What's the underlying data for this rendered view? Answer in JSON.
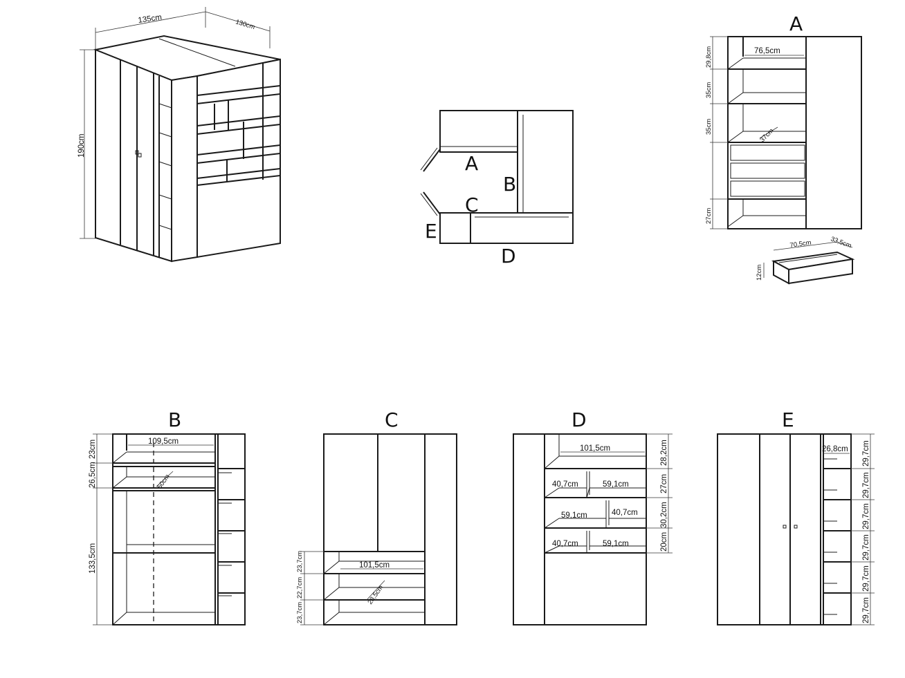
{
  "overall": {
    "width": "135cm",
    "depth": "130cm",
    "height": "190cm"
  },
  "plan": {
    "labels": [
      "A",
      "B",
      "C",
      "D",
      "E"
    ]
  },
  "view_a": {
    "title": "A",
    "width": "76,5cm",
    "depth": "37cm",
    "heights": [
      "29,8cm",
      "35cm",
      "35cm",
      "27cm"
    ],
    "drawer": {
      "width": "70,5cm",
      "depth": "33,5cm",
      "height": "12cm"
    }
  },
  "view_b": {
    "title": "B",
    "width": "109,5cm",
    "depth": "50cm",
    "heights": [
      "23cm",
      "26,5cm",
      "133,5cm"
    ]
  },
  "view_c": {
    "title": "C",
    "width": "101,5cm",
    "depth": "28,5cm",
    "heights": [
      "23,7cm",
      "22,7cm",
      "23,7cm"
    ]
  },
  "view_d": {
    "title": "D",
    "width": "101,5cm",
    "rows": [
      [
        "40,7cm",
        "59,1cm"
      ],
      [
        "59,1cm",
        "40,7cm"
      ],
      [
        "40,7cm",
        "59,1cm"
      ]
    ],
    "heights": [
      "28,2cm",
      "27cm",
      "30,2cm",
      "20cm"
    ]
  },
  "view_e": {
    "title": "E",
    "width": "26,8cm",
    "heights": [
      "29,7cm",
      "29,7cm",
      "29,7cm",
      "29,7cm",
      "29,7cm",
      "29,7cm"
    ]
  }
}
